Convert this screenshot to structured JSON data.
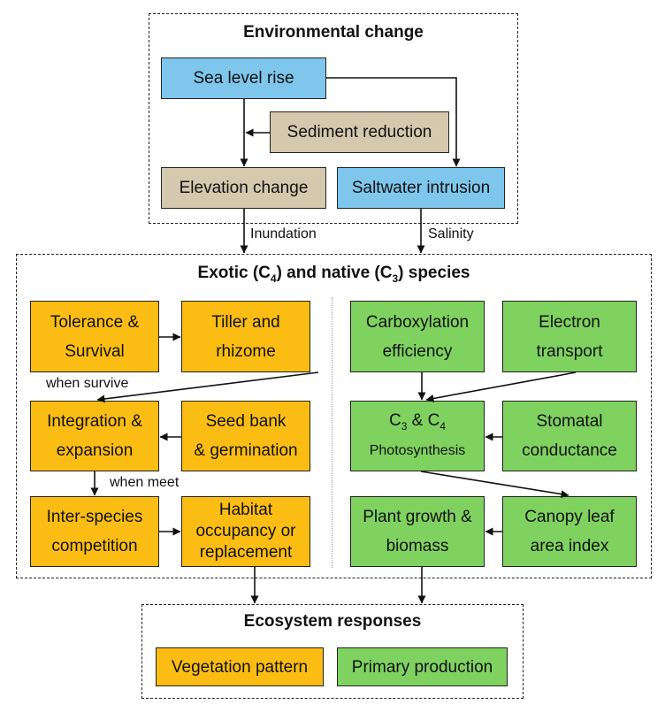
{
  "environmental": {
    "title": "Environmental change",
    "sea_level_rise": "Sea level rise",
    "sediment_reduction": "Sediment reduction",
    "elevation_change": "Elevation change",
    "saltwater_intrusion": "Saltwater intrusion"
  },
  "links": {
    "inundation": "Inundation",
    "salinity": "Salinity",
    "when_survive": "when survive",
    "when_meet": "when meet"
  },
  "species": {
    "title_pre": "Exotic (C",
    "title_sub1": "4",
    "title_mid": ") and native (C",
    "title_sub2": "3",
    "title_post": ") species",
    "exotic": {
      "tolerance": "Tolerance &\nSurvival",
      "tiller": "Tiller and\nrhizome",
      "integration": "Integration &\nexpansion",
      "seed_bank": "Seed bank\n& germination",
      "competition": "Inter-species\ncompetition",
      "habitat": "Habitat\noccupancy or\nreplacement"
    },
    "native": {
      "carboxylation": "Carboxylation\nefficiency",
      "electron": "Electron\ntransport",
      "photo_c3": "C",
      "photo_sub3": "3",
      "photo_and": " & C",
      "photo_sub4": "4",
      "photo_word": "Photosynthesis",
      "stomatal": "Stomatal\nconductance",
      "plant_growth": "Plant growth &\nbiomass",
      "canopy": "Canopy leaf\narea index"
    }
  },
  "ecosystem": {
    "title": "Ecosystem responses",
    "vegetation": "Vegetation pattern",
    "production": "Primary production"
  },
  "colors": {
    "blue": "#7ec6ec",
    "tan": "#d4c8ae",
    "orange": "#fbbd13",
    "green": "#7fd260"
  }
}
